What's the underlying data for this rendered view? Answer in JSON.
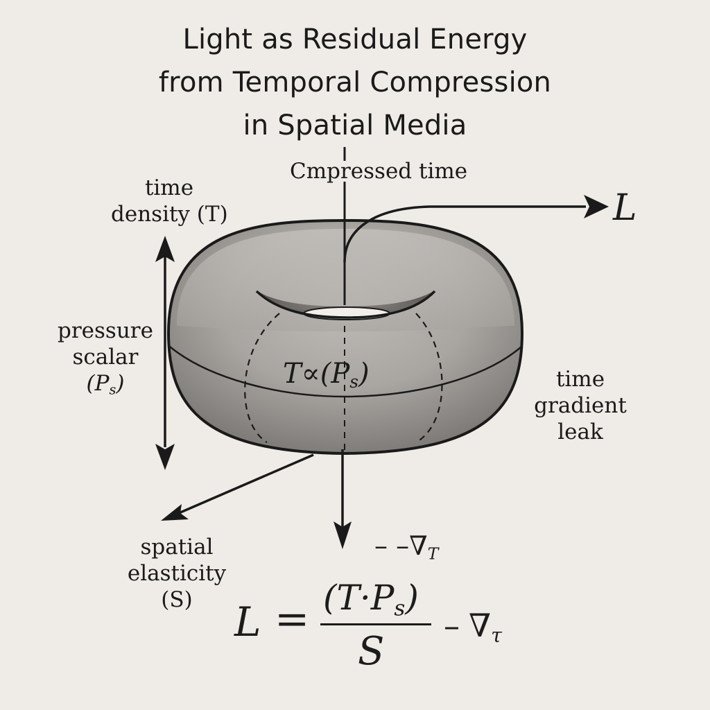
{
  "title": {
    "line1": "Light as Residual Energy",
    "line2": "from Temporal Compression",
    "line3": "in Spatial Media"
  },
  "labels": {
    "compressed_time": "Cmpressed time",
    "time_density_line1": "time",
    "time_density_line2": "density (T)",
    "pressure_line1": "pressure",
    "pressure_line2": "scalar",
    "pressure_line3_main": "(P",
    "pressure_line3_sub": "s",
    "pressure_line3_close": ")",
    "leak_line1": "time",
    "leak_line2": "gradient",
    "leak_line3": "leak",
    "spatial_line1": "spatial",
    "spatial_line2": "elasticity",
    "spatial_line3": "(S)",
    "arrow_L": "L"
  },
  "center_formula": {
    "main": "T∝(P",
    "sub": "s",
    "close": ")"
  },
  "gradient_small": {
    "text": "–  –∇",
    "sub": "T"
  },
  "equation": {
    "lhs": "L",
    "equals": "=",
    "numerator_main": "(T·P",
    "numerator_sub": "s",
    "numerator_close": ")",
    "denominator": "S",
    "minus": "–",
    "nabla": "∇",
    "nabla_sub": "τ"
  }
}
